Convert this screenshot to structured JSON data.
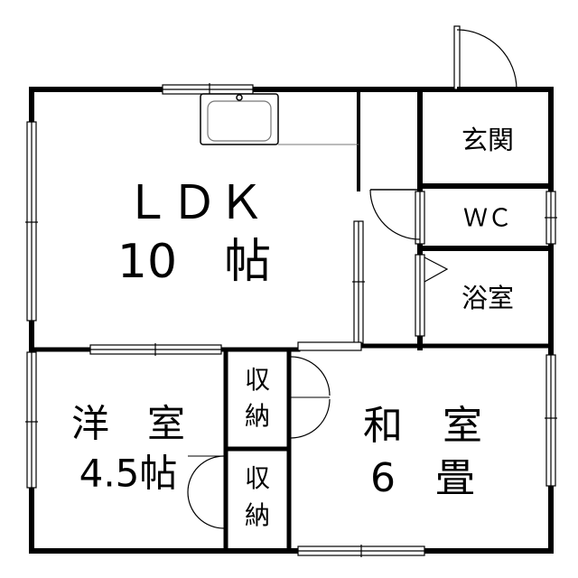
{
  "colors": {
    "wall": "#000000",
    "background": "#ffffff",
    "fixture_line": "#777777"
  },
  "rooms": {
    "ldk": {
      "line1": "ＬＤＫ",
      "line2": "10　帖"
    },
    "entrance": {
      "label": "玄関"
    },
    "wc": {
      "label": "ＷＣ"
    },
    "bath": {
      "label": "浴室"
    },
    "western": {
      "line1": "洋　室",
      "line2": "4.5帖"
    },
    "storage_upper": {
      "line1": "収",
      "line2": "納"
    },
    "storage_lower": {
      "line1": "収",
      "line2": "納"
    },
    "japanese": {
      "line1": "和　室",
      "line2": "6　畳"
    }
  },
  "icons": {
    "sink": "kitchen-sink-icon",
    "door_swing": "door-swing-icon",
    "window": "window-icon"
  }
}
